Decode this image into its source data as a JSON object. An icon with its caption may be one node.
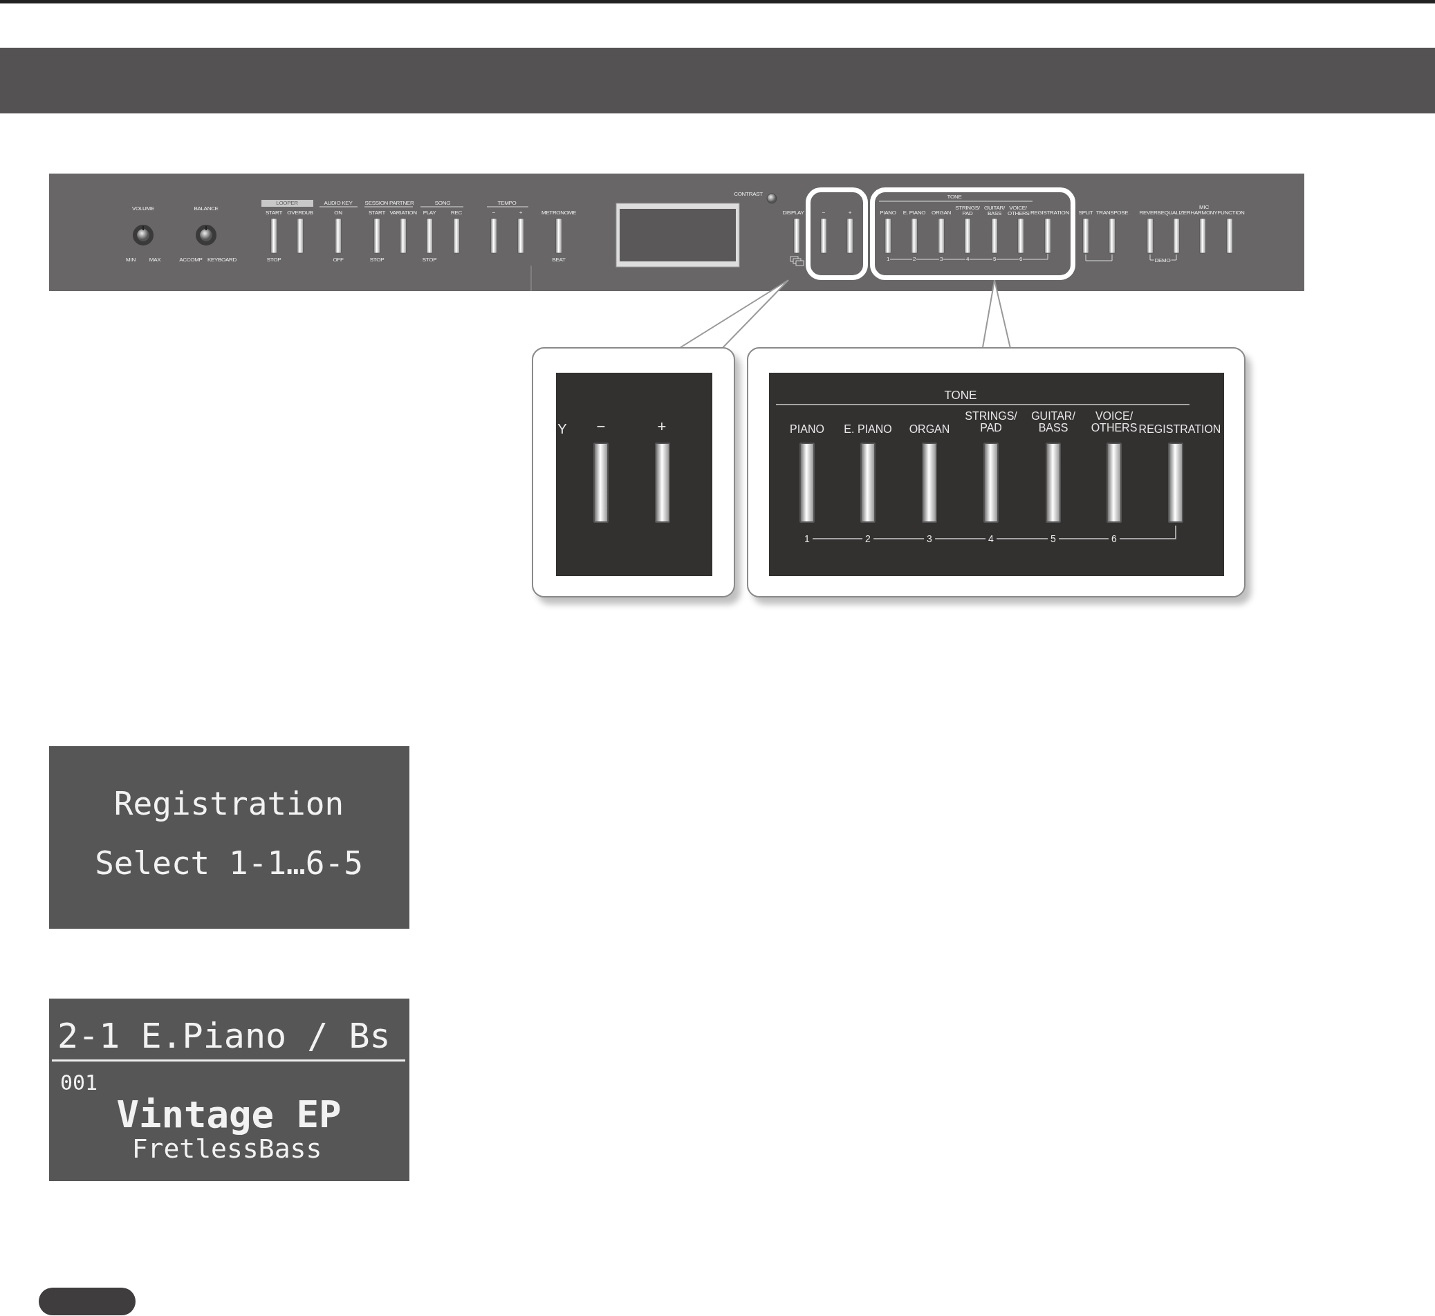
{
  "diagram": {
    "nodes": [
      {
        "text": [],
        "shape": "box"
      },
      {
        "text": [],
        "shape": "box"
      },
      {
        "text": [
          "Y",
          "−",
          "+"
        ]
      },
      {
        "text": [
          "TONE",
          "PIANO",
          "E. PIANO",
          "ORGAN",
          "STRINGS/ PAD",
          "GUITAR/ BASS",
          "VOICE/ OTHERS",
          "REGISTRATION",
          "1",
          "2",
          "3",
          "4",
          "5",
          "6"
        ]
      },
      {
        "text": [
          "Registration",
          "Select 1-1…6-5"
        ]
      },
      {
        "text": [
          "2-1 E.Piano / Bs",
          "001",
          "Vintage EP",
          "FretlessBass"
        ]
      }
    ],
    "edges": [
      {
        "from": 0,
        "to": 2,
        "arrow": "none"
      },
      {
        "from": 1,
        "to": 3,
        "arrow": "none"
      }
    ],
    "labels": [
      "CONTRAST",
      "LOOPER",
      "AUDIO KEY",
      "SESSION PARTNER",
      "SONG",
      "TEMPO",
      "TONE",
      "VOLUME",
      "BALANCE",
      "START",
      "OVERDUB",
      "ON",
      "START",
      "VARIATION",
      "PLAY",
      "REC",
      "−",
      "+",
      "METRONOME",
      "DISPLAY",
      "−",
      "+",
      "PIANO",
      "E. PIANO",
      "ORGAN",
      "STRINGS/ PAD",
      "GUITAR/ BASS",
      "VOICE/ OTHERS",
      "REGISTRATION",
      "SPLIT",
      "TRANSPOSE",
      "REVERB",
      "EQUALIZER",
      "MIC HARMONY",
      "FUNCTION",
      "MIN",
      "MAX",
      "ACCOMP",
      "KEYBOARD",
      "STOP",
      "OFF",
      "STOP",
      "STOP",
      "BEAT",
      "1",
      "2",
      "3",
      "4",
      "5",
      "6",
      "DEMO"
    ]
  }
}
